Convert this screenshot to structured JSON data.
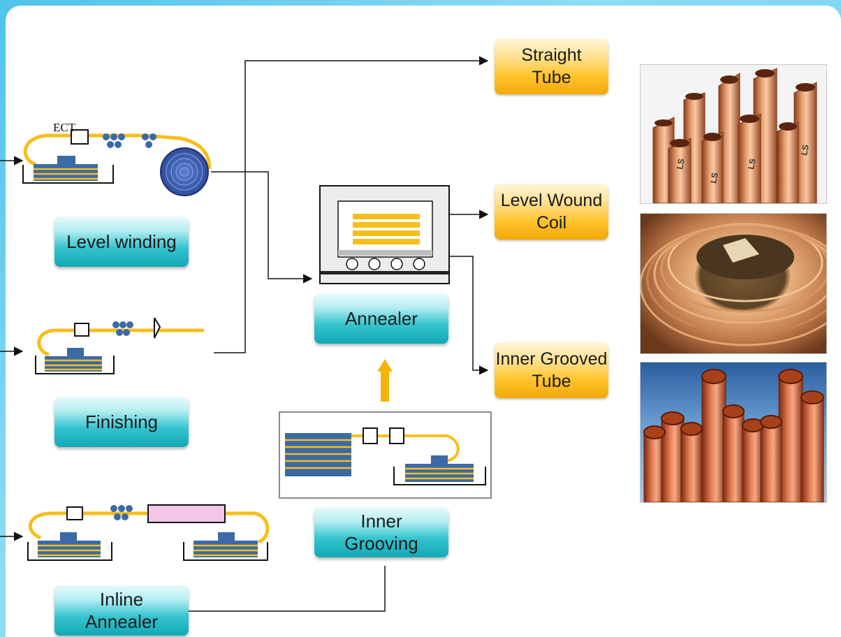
{
  "labels": {
    "level_winding": "Level winding",
    "finishing": "Finishing",
    "inline_annealer": "Inline\nAnnealer",
    "annealer": "Annealer",
    "inner_grooving": "Inner\nGrooving",
    "ect": "ECT"
  },
  "outputs": {
    "straight_tube": "Straight\nTube",
    "level_wound_coil": "Level Wound\nCoil",
    "inner_grooved_tube": "Inner Grooved\nTube"
  },
  "photos": {
    "straight_tube_brand": "LS"
  },
  "colors": {
    "teal": "#12a8b5",
    "orange": "#ffc32b",
    "wire_yellow": "#f7be1b",
    "coil_blue": "#3b6aa6",
    "copper": "#c8744a",
    "background_sky": "#4fc3ea"
  }
}
